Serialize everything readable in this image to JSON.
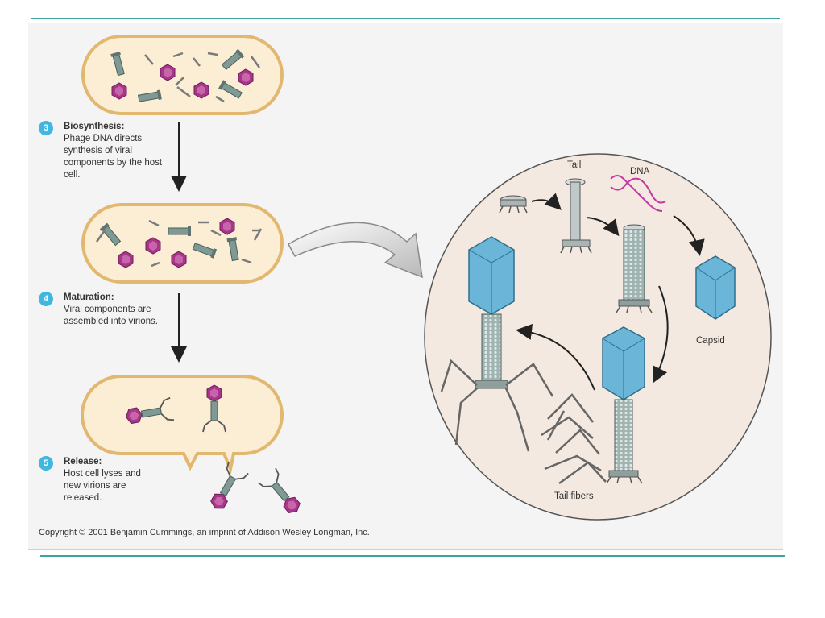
{
  "steps": [
    {
      "number": "3",
      "title": "Biosynthesis:",
      "description": "Phage DNA directs synthesis of viral components by the host cell."
    },
    {
      "number": "4",
      "title": "Maturation:",
      "description": "Viral components are assembled into virions."
    },
    {
      "number": "5",
      "title": "Release:",
      "description": "Host cell lyses and new virions are released."
    }
  ],
  "labels": {
    "tail": "Tail",
    "dna": "DNA",
    "capsid": "Capsid",
    "tail_fibers": "Tail fibers"
  },
  "copyright": "Copyright © 2001 Benjamin Cummings, an imprint of Addison Wesley Longman, Inc.",
  "colors": {
    "cell_fill": "#fbeed5",
    "cell_border": "#e2b870",
    "capsid_pink": "#a8358a",
    "capsid_blue": "#6bb6d8",
    "tail_gray": "#7f9a94",
    "circle_fill": "#f3e9e0",
    "accent_rule": "#3fa3a3"
  }
}
